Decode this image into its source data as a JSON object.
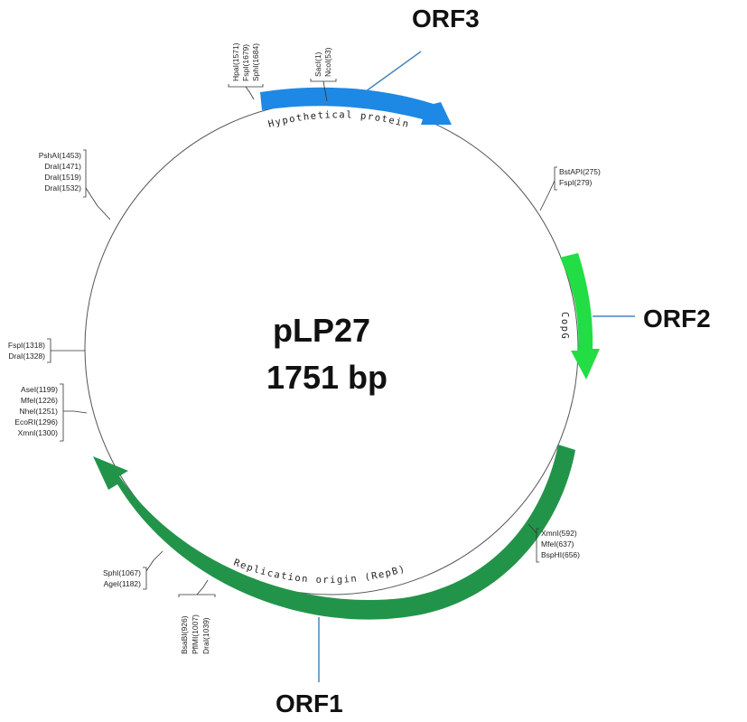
{
  "plasmid": {
    "name": "pLP27",
    "size": "1751 bp"
  },
  "colors": {
    "orf3": "#1e88e5",
    "orf2": "#22dd44",
    "orf1": "#22944a",
    "callout": "#4a86b8",
    "backbone": "#555555"
  },
  "orfs": {
    "orf1": {
      "label": "ORF1",
      "feature": "Replication origin (RepB)"
    },
    "orf2": {
      "label": "ORF2",
      "feature": "CopG"
    },
    "orf3": {
      "label": "ORF3",
      "feature": "Hypothetical protein"
    }
  },
  "site_groups": [
    {
      "id": "top-left",
      "lines": [
        "HpaI(1571)",
        "FspI(1679)",
        "SphI(1684)"
      ]
    },
    {
      "id": "top",
      "lines": [
        "SacI(1)",
        "NcoI(53)"
      ]
    },
    {
      "id": "upper-right",
      "lines": [
        "BstAPI(275)",
        "FspI(279)"
      ]
    },
    {
      "id": "upper-left",
      "lines": [
        "PshAI(1453)",
        "DraI(1471)",
        "DraI(1519)",
        "DraI(1532)"
      ]
    },
    {
      "id": "mid-left",
      "lines": [
        "FspI(1318)",
        "DraI(1328)"
      ]
    },
    {
      "id": "left",
      "lines": [
        "AseI(1199)",
        "MfeI(1226)",
        "NheI(1251)",
        "EcoRI(1296)",
        "XmnI(1300)"
      ]
    },
    {
      "id": "lower-right",
      "lines": [
        "XmnI(592)",
        "MfeI(637)",
        "BspHI(656)"
      ]
    },
    {
      "id": "lower-left",
      "lines": [
        "SphI(1067)",
        "AgeI(1182)"
      ]
    },
    {
      "id": "bottom",
      "lines": [
        "BsaBI(926)",
        "PflMI(1007)",
        "DraI(1039)"
      ]
    }
  ]
}
